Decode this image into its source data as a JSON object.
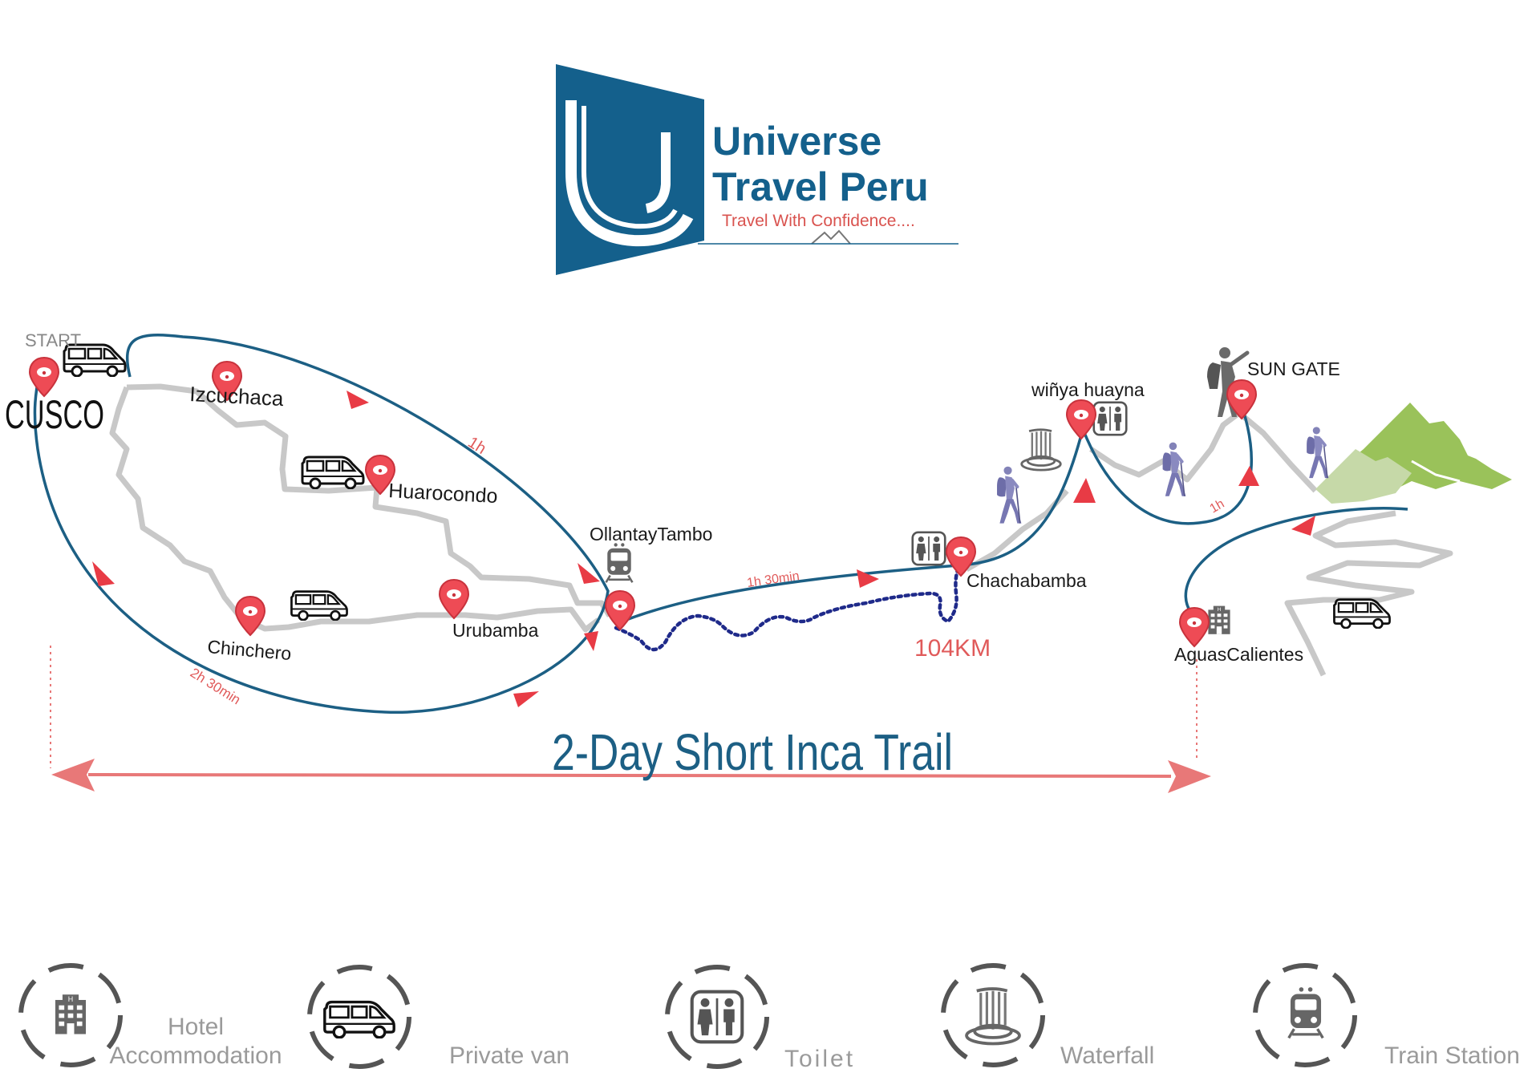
{
  "logo": {
    "brand_line1": "Universe",
    "brand_line2": "Travel Peru",
    "tagline": "Travel With Confidence....",
    "colors": {
      "brand": "#14608c",
      "tagline": "#d9534f"
    }
  },
  "route": {
    "start_label": "START",
    "origin": "CUSCO",
    "places": {
      "izcuchaca": "Izcuchaca",
      "huarocondo": "Huarocondo",
      "chinchero": "Chinchero",
      "urubamba": "Urubamba",
      "ollantaytambo": "OllantayTambo",
      "chachabamba": "Chachabamba",
      "winya_huayna": "wiñya  huayna",
      "sun_gate": "SUN GATE",
      "aguas_calientes": "AguasCalientes"
    },
    "durations": {
      "cusco_to_ollantaytambo_north": "1h",
      "cusco_to_ollantaytambo_south": "2h 30min",
      "train_to_km104": "1h 30min",
      "winya_to_sungate": "1h"
    },
    "km_marker": "104KM",
    "trip_title": "2-Day Short Inca Trail",
    "colors": {
      "route_line": "#1c5f84",
      "arrow": "#e83b45",
      "road": "#c8c8c8",
      "trail_dots": "#1f2a8a",
      "pin": "#ee4b55",
      "span_arrow": "#e87878",
      "mountain": "#9ac25a"
    }
  },
  "legend": {
    "items": [
      {
        "icon": "hotel-icon",
        "label_line1": "Hotel",
        "label_line2": "Accommodation"
      },
      {
        "icon": "van-icon",
        "label_line1": "Private van",
        "label_line2": ""
      },
      {
        "icon": "toilet-icon",
        "label_line1": "Toilet",
        "label_line2": ""
      },
      {
        "icon": "waterfall-icon",
        "label_line1": "Waterfall",
        "label_line2": ""
      },
      {
        "icon": "train-icon",
        "label_line1": "Train Station",
        "label_line2": ""
      }
    ],
    "icon_color": "#666666",
    "ring_color": "#555555"
  }
}
